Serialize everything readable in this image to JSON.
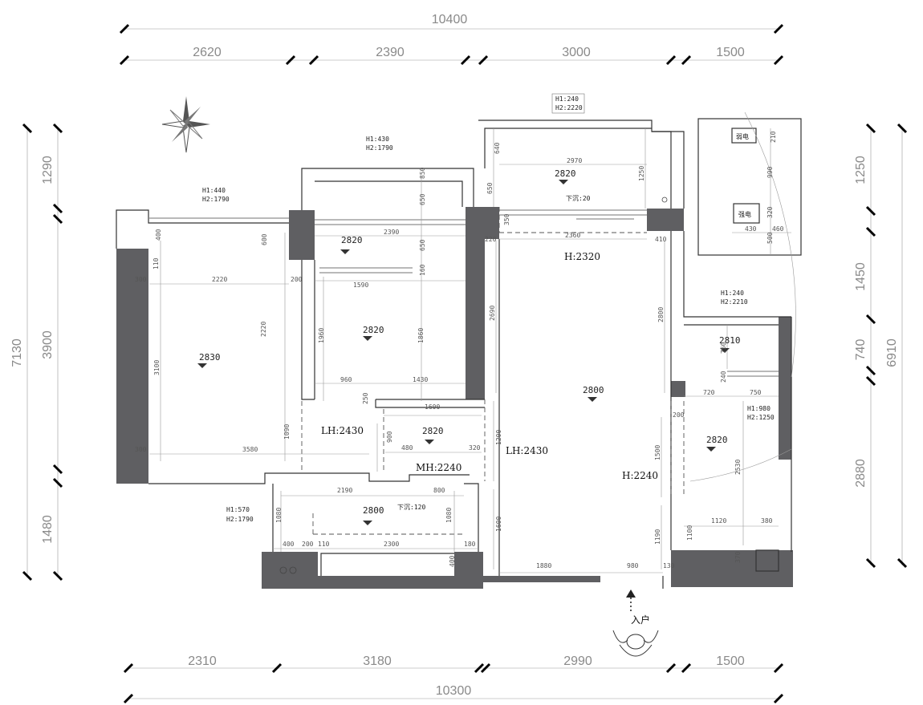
{
  "dims": {
    "top_total": "10400",
    "top_segments": [
      "2620",
      "2390",
      "3000",
      "1500"
    ],
    "bottom_total": "10300",
    "bottom_segments": [
      "2310",
      "3180",
      "2990",
      "1500"
    ],
    "left_total": "7130",
    "left_segments": [
      "1290",
      "3900",
      "1480"
    ],
    "right_total": "6910",
    "right_segments": [
      "1250",
      "1450",
      "740",
      "2880"
    ]
  },
  "levels": {
    "balcony_top": "2820",
    "room_left": "2830",
    "room_mid_top": "2820",
    "room_mid": "2820",
    "corridor": "2820",
    "living": "2800",
    "bathroom_bottom": "2800",
    "right_top": "2810",
    "right_room": "2820"
  },
  "heights": {
    "h_2320": "H:2320",
    "lh_left": "LH:2430",
    "lh_mid": "LH:2430",
    "mh": "MH:2240",
    "h_2240": "H:2240"
  },
  "notes": {
    "win_top": [
      "H1:240",
      "H2:2220"
    ],
    "win_mid": [
      "H1:430",
      "H2:1790"
    ],
    "win_left": [
      "H1:440",
      "H2:1790"
    ],
    "win_right": [
      "H1:240",
      "H2:2210"
    ],
    "win_right_inner": [
      "H1:980",
      "H2:1250"
    ],
    "win_bottom": [
      "H1:570",
      "H2:1790"
    ],
    "sink_top": "下沉:20",
    "sink_bottom": "下沉:120"
  },
  "labels": {
    "weak_elec": "弱电",
    "strong_elec": "强电",
    "entrance": "入户"
  },
  "inner_dims": {
    "d2970": "2970",
    "d1250": "1250",
    "d640": "640",
    "d650a": "650",
    "d350": "350",
    "d2360": "2360",
    "d220": "220",
    "d410": "410",
    "d2690": "2690",
    "d2800": "2800",
    "d1200": "1200",
    "d1500": "1500",
    "d1600": "1600",
    "d1190": "1190",
    "d1880": "1880",
    "d980": "980",
    "d130": "130",
    "d2390": "2390",
    "d850": "850",
    "d650b": "650",
    "d600": "600",
    "d650c": "650",
    "d160": "160",
    "d1590": "1590",
    "d1960": "1960",
    "d1860": "1860",
    "d960": "960",
    "d1430": "1430",
    "d400": "400",
    "d110": "110",
    "d300a": "300",
    "d2220a": "2220",
    "d200a": "200",
    "d2220b": "2220",
    "d3100": "3100",
    "d1090": "1090",
    "d300b": "300",
    "d3580": "3580",
    "d250": "250",
    "d1600b": "1600",
    "d900": "900",
    "d480": "480",
    "d320": "320",
    "d2190": "2190",
    "d800": "800",
    "d1080a": "1080",
    "d1080b": "1080",
    "d2300": "2300",
    "d400b": "400",
    "d200b": "200",
    "d110b": "110",
    "d180": "180",
    "d400c": "400",
    "d720": "720",
    "d750a": "750",
    "d750b": "750",
    "d240": "240",
    "d2530": "2530",
    "d1120": "1120",
    "d380": "380",
    "d1100": "1100",
    "d370": "370",
    "d200c": "200",
    "d210": "210",
    "d990": "990",
    "d320b": "320",
    "d430": "430",
    "d460": "460",
    "d500": "500"
  }
}
